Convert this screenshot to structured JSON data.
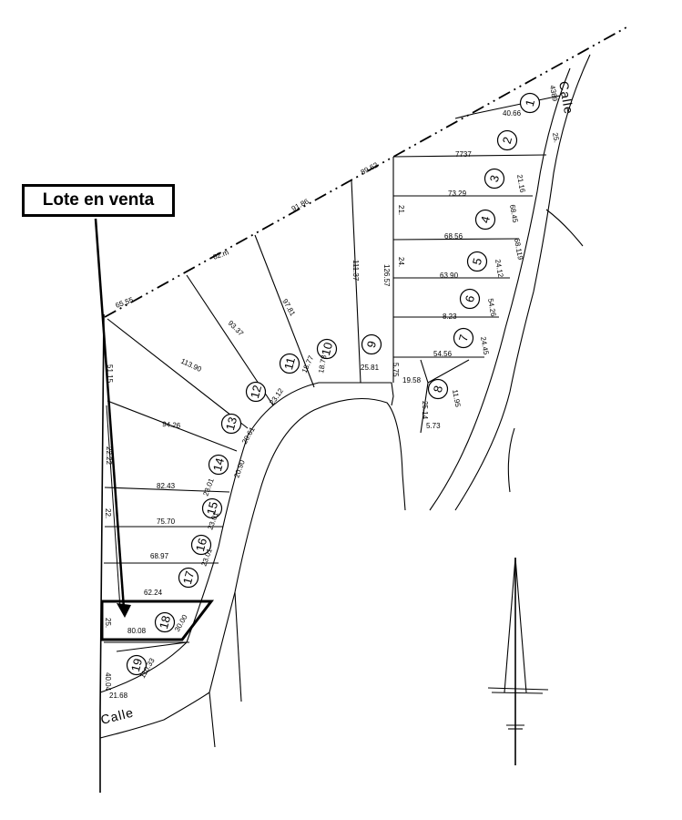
{
  "callout": {
    "label": "Lote en venta"
  },
  "highlighted_lot": "18",
  "streets": [
    {
      "name": "Calle"
    },
    {
      "name": "Calle"
    }
  ],
  "lots": [
    {
      "number": "1"
    },
    {
      "number": "2"
    },
    {
      "number": "3"
    },
    {
      "number": "4"
    },
    {
      "number": "5"
    },
    {
      "number": "6"
    },
    {
      "number": "7"
    },
    {
      "number": "8"
    },
    {
      "number": "9"
    },
    {
      "number": "10"
    },
    {
      "number": "11"
    },
    {
      "number": "12"
    },
    {
      "number": "13"
    },
    {
      "number": "14"
    },
    {
      "number": "15"
    },
    {
      "number": "16"
    },
    {
      "number": "17"
    },
    {
      "number": "18"
    },
    {
      "number": "19"
    }
  ],
  "measurements": [
    "4389",
    "40.66",
    "25.",
    "7737",
    "21.16",
    "73.29",
    "21.",
    "68.56",
    "63.90",
    "24.12",
    "54.26",
    "24.",
    "54.56",
    "24.45",
    "5.75",
    "19.58",
    "25.14",
    "11.95",
    "5.73",
    "25.81",
    "111.37",
    "126.57",
    "89.62",
    "62.m",
    "91.86",
    "97.81",
    "93.37",
    "113.90",
    "65.55",
    "51.15",
    "94.26",
    "22.22",
    "82.43",
    "75.70",
    "68.97",
    "62.24",
    "22.",
    "25.",
    "80.08",
    "40.04",
    "21.68",
    "110.33",
    "30.00",
    "23.01",
    "23.01",
    "23.01",
    "20.90",
    "20.61",
    "23.12",
    "18.77",
    "18.78",
    "8.23",
    "68.119",
    "68.45"
  ]
}
